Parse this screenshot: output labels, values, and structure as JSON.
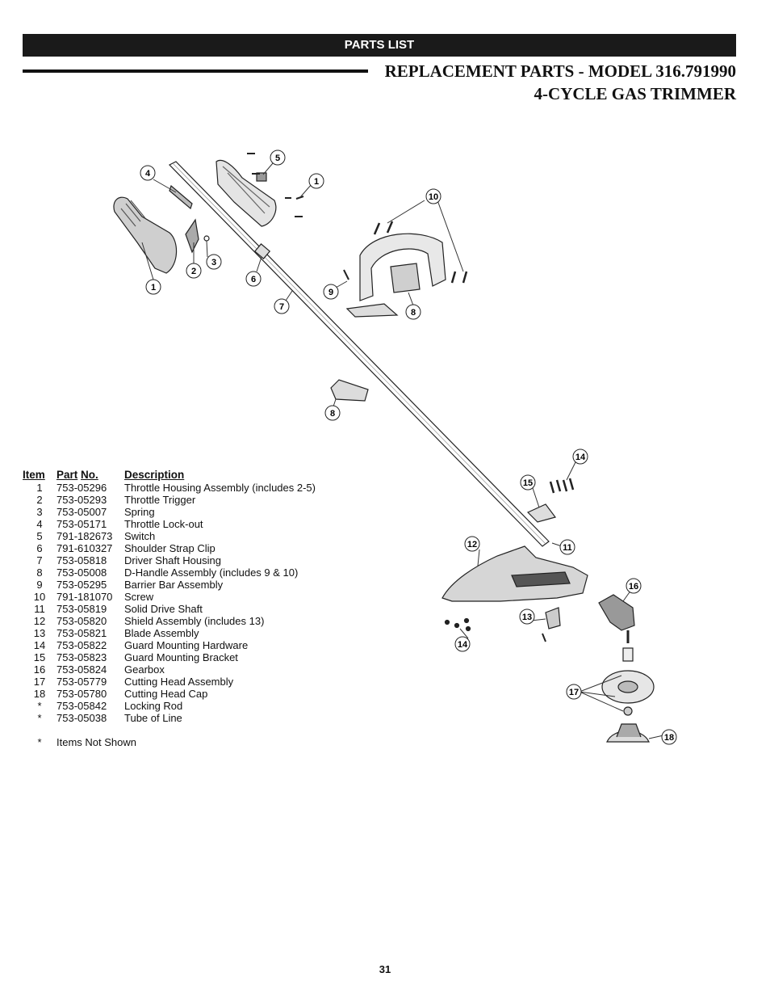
{
  "header": {
    "section": "PARTS LIST"
  },
  "title": {
    "line1": "REPLACEMENT PARTS - MODEL 316.791990",
    "line2": "4-CYCLE GAS TRIMMER"
  },
  "table": {
    "headers": {
      "item": "Item",
      "part_a": "Part",
      "part_b": "No.",
      "description": "Description"
    },
    "rows": [
      {
        "item": "1",
        "part": "753-05296",
        "description": "Throttle Housing Assembly (includes 2-5)"
      },
      {
        "item": "2",
        "part": "753-05293",
        "description": "Throttle Trigger"
      },
      {
        "item": "3",
        "part": "753-05007",
        "description": "Spring"
      },
      {
        "item": "4",
        "part": "753-05171",
        "description": "Throttle Lock-out"
      },
      {
        "item": "5",
        "part": "791-182673",
        "description": "Switch"
      },
      {
        "item": "6",
        "part": "791-610327",
        "description": "Shoulder Strap Clip"
      },
      {
        "item": "7",
        "part": "753-05818",
        "description": "Driver Shaft Housing"
      },
      {
        "item": "8",
        "part": "753-05008",
        "description": "D-Handle Assembly (includes 9 & 10)"
      },
      {
        "item": "9",
        "part": "753-05295",
        "description": "Barrier Bar Assembly"
      },
      {
        "item": "10",
        "part": "791-181070",
        "description": "Screw"
      },
      {
        "item": "11",
        "part": "753-05819",
        "description": "Solid Drive Shaft"
      },
      {
        "item": "12",
        "part": "753-05820",
        "description": "Shield Assembly (includes 13)"
      },
      {
        "item": "13",
        "part": "753-05821",
        "description": "Blade Assembly"
      },
      {
        "item": "14",
        "part": "753-05822",
        "description": "Guard Mounting Hardware"
      },
      {
        "item": "15",
        "part": "753-05823",
        "description": "Guard Mounting Bracket"
      },
      {
        "item": "16",
        "part": "753-05824",
        "description": "Gearbox"
      },
      {
        "item": "17",
        "part": "753-05779",
        "description": "Cutting Head Assembly"
      },
      {
        "item": "18",
        "part": "753-05780",
        "description": "Cutting Head Cap"
      },
      {
        "item": "*",
        "part": "753-05842",
        "description": "Locking Rod"
      },
      {
        "item": "*",
        "part": "753-05038",
        "description": "Tube of Line"
      }
    ],
    "note": {
      "mark": "*",
      "text": "Items Not Shown"
    }
  },
  "callouts": [
    "1",
    "2",
    "3",
    "4",
    "5",
    "1",
    "6",
    "7",
    "8",
    "9",
    "10",
    "8",
    "14",
    "15",
    "12",
    "11",
    "16",
    "13",
    "14",
    "17",
    "18"
  ],
  "page_number": "31"
}
